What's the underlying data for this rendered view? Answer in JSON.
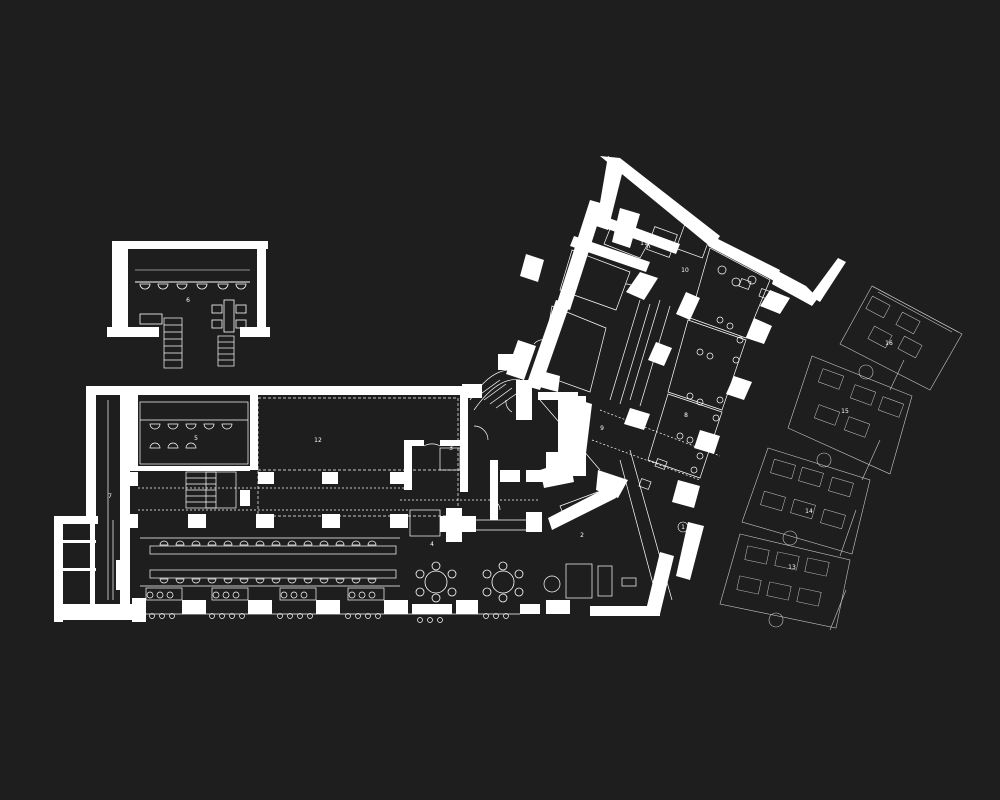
{
  "colors": {
    "background": "#1f1e1f",
    "wall": "#ffffff",
    "line": "#ffffff",
    "terrace_line": "#9a9a9a"
  },
  "room_labels": [
    "1",
    "2",
    "3",
    "4",
    "5",
    "6",
    "7",
    "8",
    "9",
    "10",
    "11",
    "12",
    "13",
    "14",
    "15",
    "16"
  ]
}
